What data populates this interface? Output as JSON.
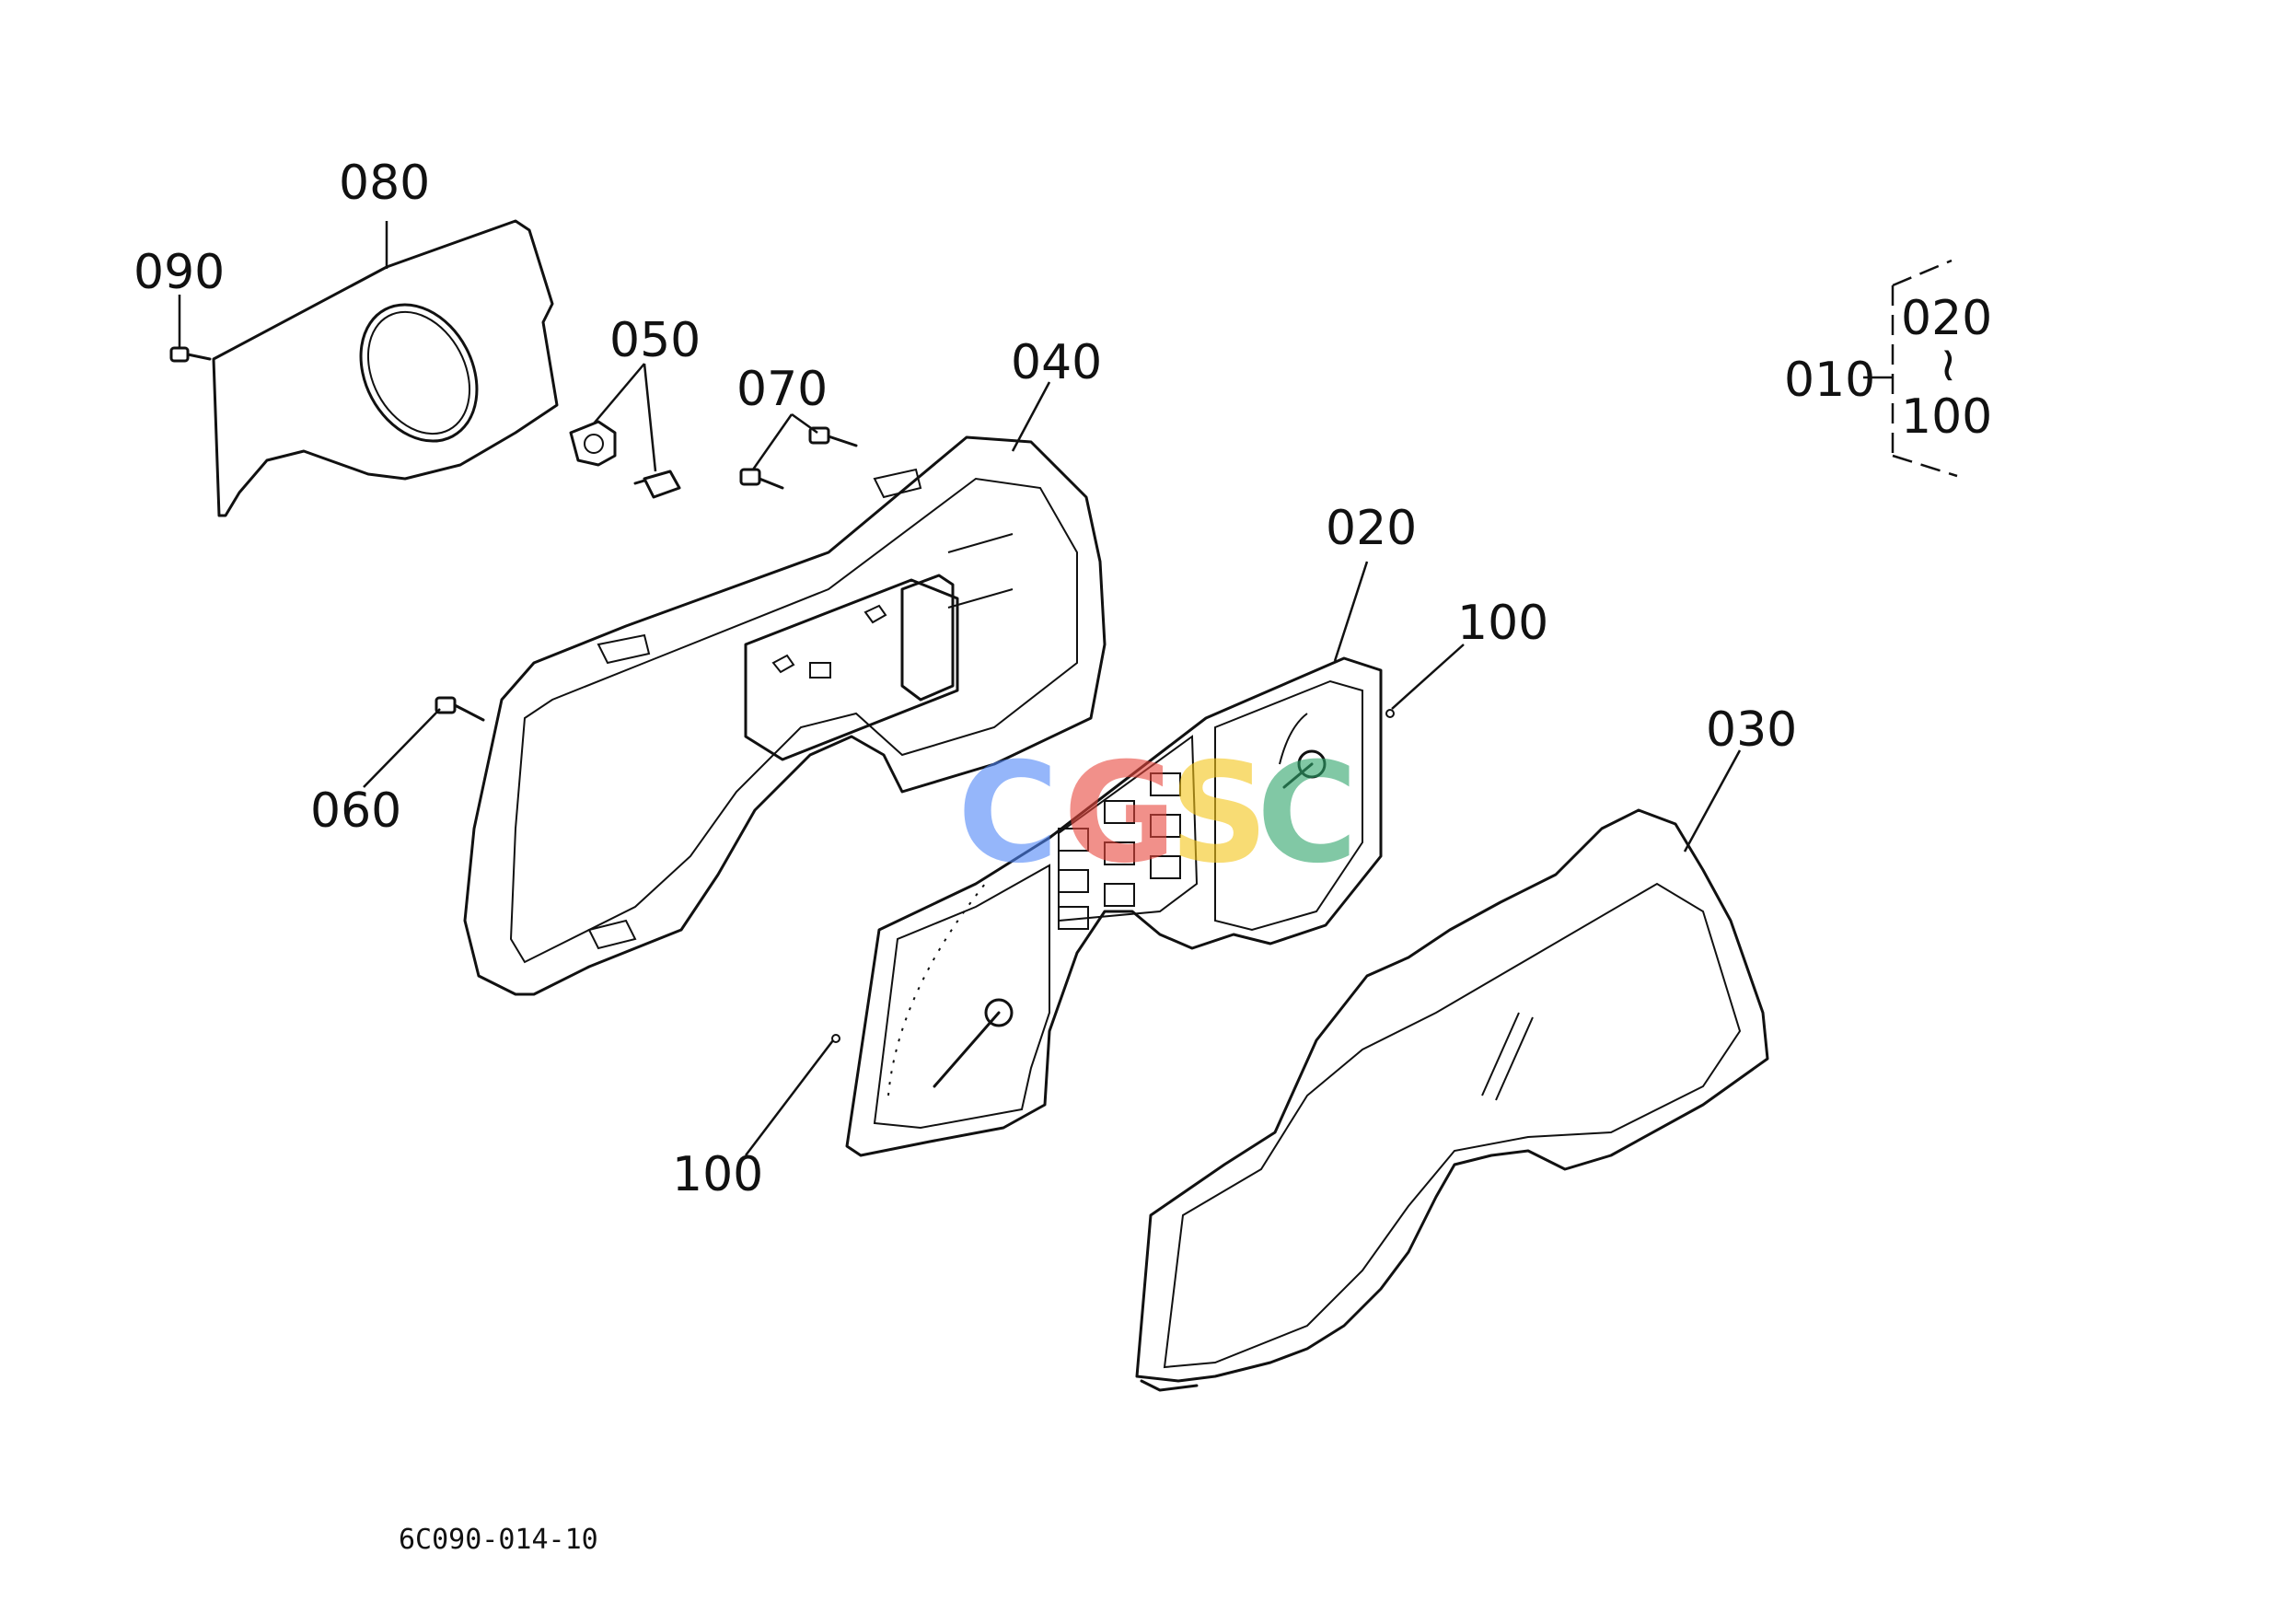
{
  "drawing_number": "6C090-014-10",
  "callouts": {
    "c080": "080",
    "c090": "090",
    "c050": "050",
    "c070": "070",
    "c040": "040",
    "c060": "060",
    "c020": "020",
    "c100_top": "100",
    "c100_bottom": "100",
    "c030": "030"
  },
  "assembly_group": {
    "parent": "010",
    "range_start": "020",
    "range_sep": "∼",
    "range_end": "100"
  },
  "watermark": {
    "letters": [
      "C",
      "G",
      "S",
      "C"
    ],
    "colors": [
      "#4f86f7",
      "#e8473d",
      "#f5c518",
      "#2ea56b"
    ]
  }
}
